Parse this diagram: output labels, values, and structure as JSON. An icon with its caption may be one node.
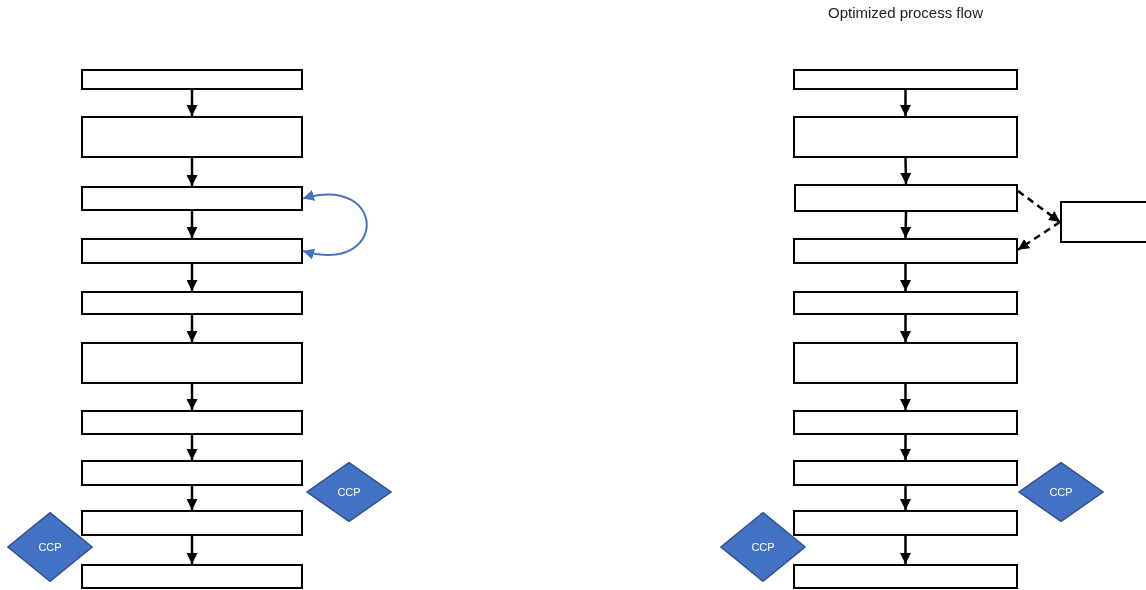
{
  "diagram": {
    "title": "Optimized process flow",
    "nodes": [
      {
        "text": [],
        "shape": "box"
      },
      {
        "text": [],
        "shape": "box"
      },
      {
        "text": [],
        "shape": "box"
      },
      {
        "text": [],
        "shape": "box"
      },
      {
        "text": [],
        "shape": "box"
      },
      {
        "text": [],
        "shape": "box"
      },
      {
        "text": [],
        "shape": "box"
      },
      {
        "text": [],
        "shape": "box"
      },
      {
        "text": [],
        "shape": "box"
      },
      {
        "text": [],
        "shape": "box"
      },
      {
        "text": [
          "CCP"
        ]
      },
      {
        "text": [
          "CCP"
        ]
      },
      {
        "text": [],
        "shape": "box"
      },
      {
        "text": [],
        "shape": "box"
      },
      {
        "text": [],
        "shape": "box"
      },
      {
        "text": [],
        "shape": "box"
      },
      {
        "text": [],
        "shape": "box"
      },
      {
        "text": [],
        "shape": "box"
      },
      {
        "text": [],
        "shape": "box"
      },
      {
        "text": [],
        "shape": "box"
      },
      {
        "text": [],
        "shape": "box"
      },
      {
        "text": [],
        "shape": "box"
      },
      {
        "text": [],
        "shape": "box"
      },
      {
        "text": [
          "CCP"
        ]
      },
      {
        "text": [
          "CCP"
        ]
      }
    ],
    "edges": [
      {
        "from": 0,
        "to": 1,
        "arrow": "to"
      },
      {
        "from": 1,
        "to": 2,
        "arrow": "to"
      },
      {
        "from": 2,
        "to": 3,
        "arrow": "to"
      },
      {
        "from": 3,
        "to": 4,
        "arrow": "to"
      },
      {
        "from": 4,
        "to": 5,
        "arrow": "to"
      },
      {
        "from": 5,
        "to": 6,
        "arrow": "to"
      },
      {
        "from": 6,
        "to": 7,
        "arrow": "to"
      },
      {
        "from": 7,
        "to": 8,
        "arrow": "to"
      },
      {
        "from": 8,
        "to": 9,
        "arrow": "to"
      },
      {
        "from": 2,
        "to": 3,
        "arrow": "both",
        "color": "#4472c4"
      },
      {
        "from": 12,
        "to": 13,
        "arrow": "to"
      },
      {
        "from": 13,
        "to": 14,
        "arrow": "to"
      },
      {
        "from": 14,
        "to": 15,
        "arrow": "to"
      },
      {
        "from": 15,
        "to": 16,
        "arrow": "to"
      },
      {
        "from": 16,
        "to": 17,
        "arrow": "to"
      },
      {
        "from": 17,
        "to": 18,
        "arrow": "to"
      },
      {
        "from": 18,
        "to": 19,
        "arrow": "to"
      },
      {
        "from": 19,
        "to": 20,
        "arrow": "to"
      },
      {
        "from": 20,
        "to": 21,
        "arrow": "to"
      },
      {
        "from": 14,
        "to": 22,
        "arrow": "to",
        "style": "dashed"
      },
      {
        "from": 22,
        "to": 15,
        "arrow": "to",
        "style": "dashed"
      }
    ]
  }
}
